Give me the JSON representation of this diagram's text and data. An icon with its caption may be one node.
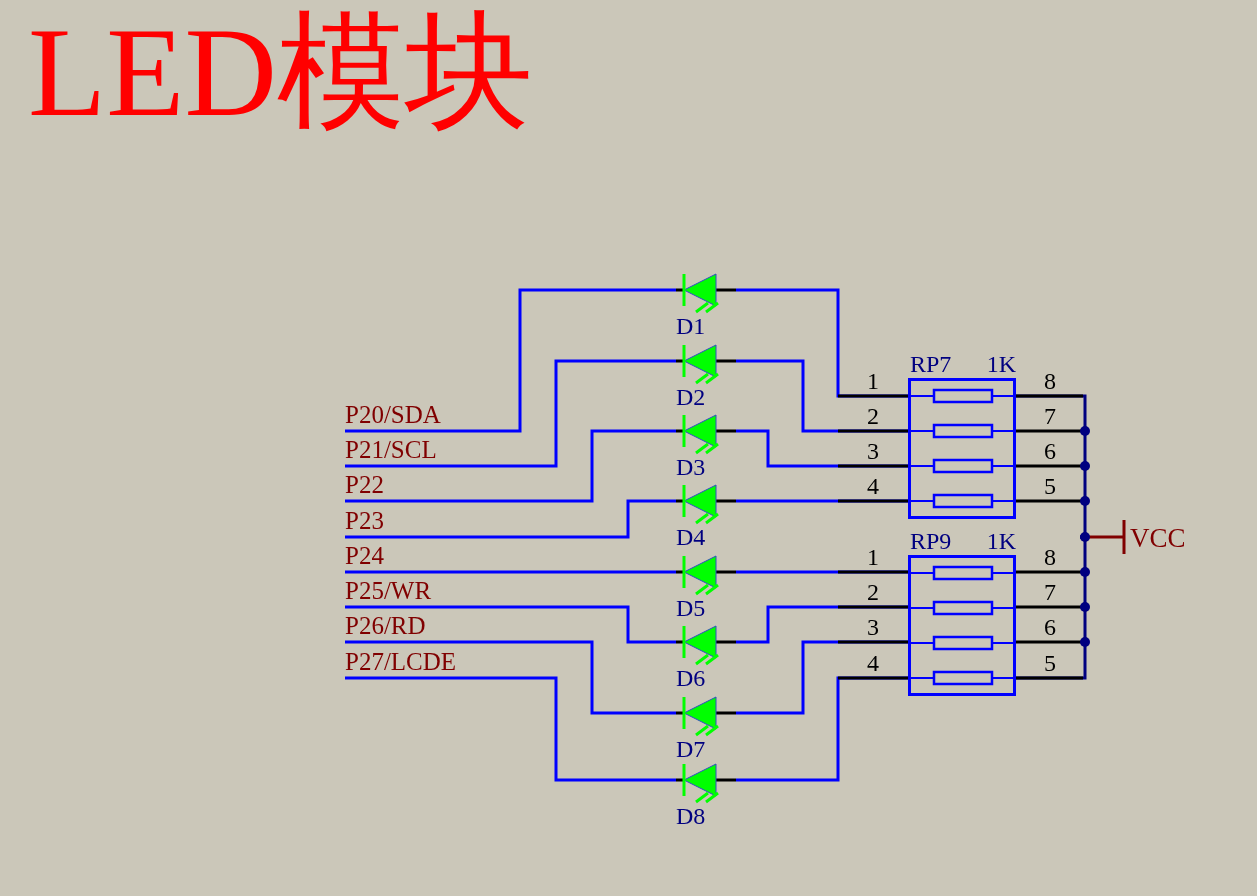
{
  "diagram": {
    "title": "LED模块",
    "nodes": [
      {
        "text": [
          "P20/SDA"
        ]
      },
      {
        "text": [
          "P21/SCL"
        ]
      },
      {
        "text": [
          "P22"
        ]
      },
      {
        "text": [
          "P23"
        ]
      },
      {
        "text": [
          "P24"
        ]
      },
      {
        "text": [
          "P25/WR"
        ]
      },
      {
        "text": [
          "P26/RD"
        ]
      },
      {
        "text": [
          "P27/LCDE"
        ]
      },
      {
        "text": [
          "D1"
        ]
      },
      {
        "text": [
          "D2"
        ]
      },
      {
        "text": [
          "D3"
        ]
      },
      {
        "text": [
          "D4"
        ]
      },
      {
        "text": [
          "D5"
        ]
      },
      {
        "text": [
          "D6"
        ]
      },
      {
        "text": [
          "D7"
        ]
      },
      {
        "text": [
          "D8"
        ]
      },
      {
        "text": [
          "RP7",
          "1K"
        ]
      },
      {
        "text": [
          "RP9",
          "1K"
        ]
      },
      {
        "text": [
          "VCC"
        ]
      }
    ],
    "edges": [
      {
        "from": 0,
        "to": 8,
        "arrow": "none"
      },
      {
        "from": 1,
        "to": 9,
        "arrow": "none"
      },
      {
        "from": 2,
        "to": 10,
        "arrow": "none"
      },
      {
        "from": 3,
        "to": 11,
        "arrow": "none"
      },
      {
        "from": 4,
        "to": 12,
        "arrow": "none"
      },
      {
        "from": 5,
        "to": 13,
        "arrow": "none"
      },
      {
        "from": 6,
        "to": 14,
        "arrow": "none"
      },
      {
        "from": 7,
        "to": 15,
        "arrow": "none"
      },
      {
        "from": 8,
        "to": 16,
        "arrow": "none"
      },
      {
        "from": 9,
        "to": 16,
        "arrow": "none"
      },
      {
        "from": 10,
        "to": 16,
        "arrow": "none"
      },
      {
        "from": 11,
        "to": 16,
        "arrow": "none"
      },
      {
        "from": 12,
        "to": 17,
        "arrow": "none"
      },
      {
        "from": 13,
        "to": 17,
        "arrow": "none"
      },
      {
        "from": 14,
        "to": 17,
        "arrow": "none"
      },
      {
        "from": 15,
        "to": 17,
        "arrow": "none"
      },
      {
        "from": 16,
        "to": 18,
        "arrow": "none",
        "color": "#000080"
      },
      {
        "from": 17,
        "to": 18,
        "arrow": "none",
        "color": "#000080"
      }
    ],
    "labels": [
      "1",
      "8",
      "2",
      "7",
      "3",
      "6",
      "4",
      "5",
      "1",
      "8",
      "2",
      "7",
      "3",
      "6",
      "4",
      "5"
    ]
  }
}
